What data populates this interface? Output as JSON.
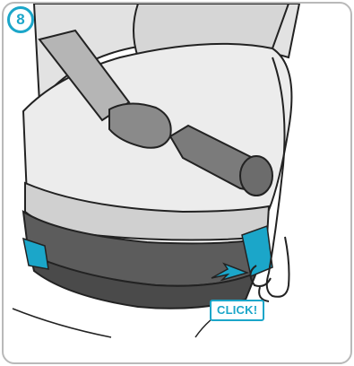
{
  "step": {
    "number": "8"
  },
  "callout": {
    "label": "CLICK!"
  },
  "colors": {
    "accent": "#1ba6c9",
    "frame": "#b9b9b9",
    "seat_light": "#ebebeb",
    "seat_mid": "#d3d3d3",
    "base_dark": "#5c5c5c",
    "strap": "#7b7b7b",
    "outline": "#222222"
  },
  "illustration": {
    "subject": "car-seat-isofix-attachment",
    "icons": [
      "car-seat-icon",
      "harness-strap-icon",
      "buckle-icon",
      "isofix-connector-icon",
      "hand-icon",
      "arrow-icon"
    ]
  }
}
